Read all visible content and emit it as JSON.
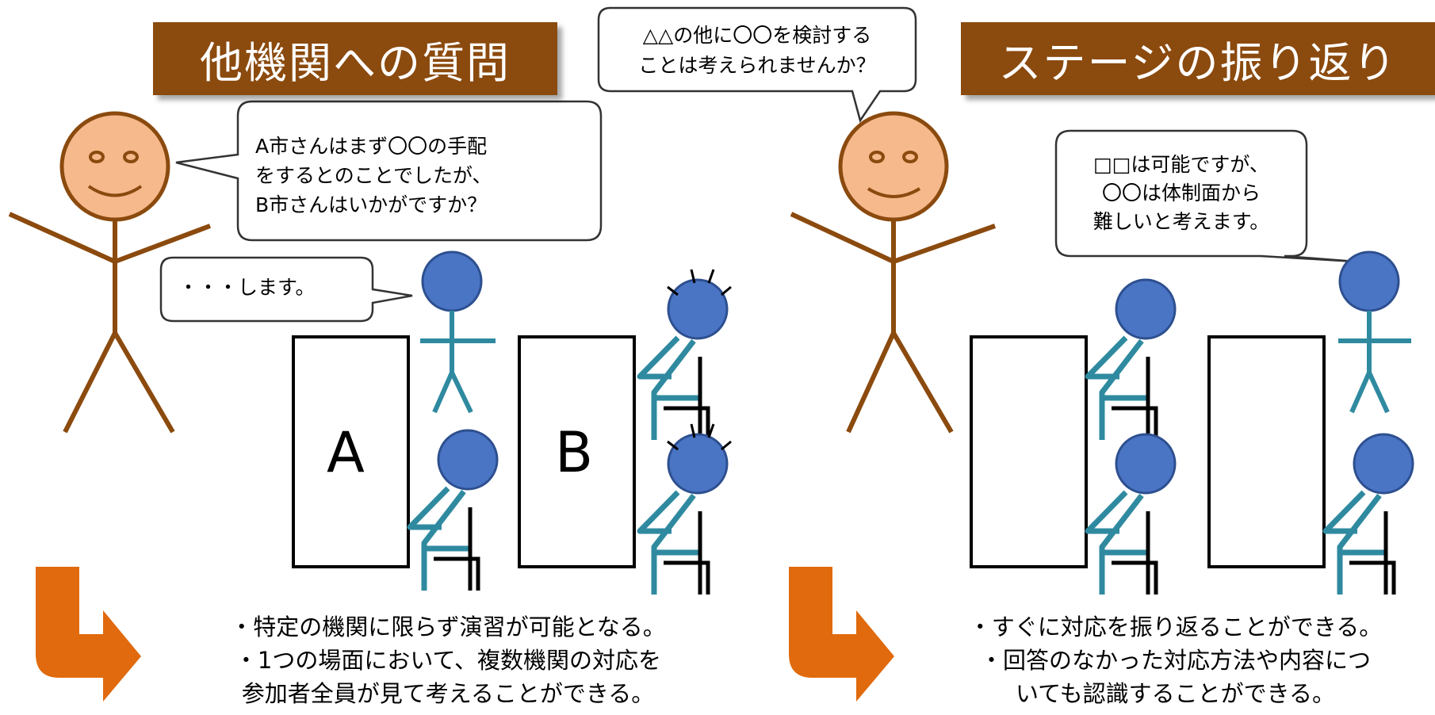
{
  "colors": {
    "banner": "#8b4a0e",
    "facilitator_face": "#f6b98c",
    "facilitator_body": "#8b4a0e",
    "participant_head": "#4a74c4",
    "participant_body": "#2f8aa0",
    "arrow": "#e06a0d"
  },
  "left_panel": {
    "title": "他機関への質問",
    "bubble_a": {
      "line1": "A市さんはまず〇〇の手配",
      "line2": "をするとのことでしたが、",
      "line3": "B市さんはいかがですか？"
    },
    "bubble_reply": "・・・します。",
    "desk_a": "A",
    "desk_b": "B",
    "conclusion": {
      "line1": "・特定の機関に限らず演習が可能となる。",
      "line2": "・1つの場面において、複数機関の対応を",
      "line3": "参加者全員が見て考えることができる。"
    }
  },
  "top_bubble": {
    "line1": "△△の他に〇〇を検討する",
    "line2": "ことは考えられませんか？"
  },
  "right_panel": {
    "title": "ステージの振り返り",
    "bubble": {
      "line1": "□□は可能ですが、",
      "line2": "〇〇は体制面から",
      "line3": "難しいと考えます。"
    },
    "conclusion": {
      "line1": "・すぐに対応を振り返ることができる。",
      "line2": "・回答のなかった対応方法や内容につ",
      "line3": "いても認識することができる。"
    }
  }
}
